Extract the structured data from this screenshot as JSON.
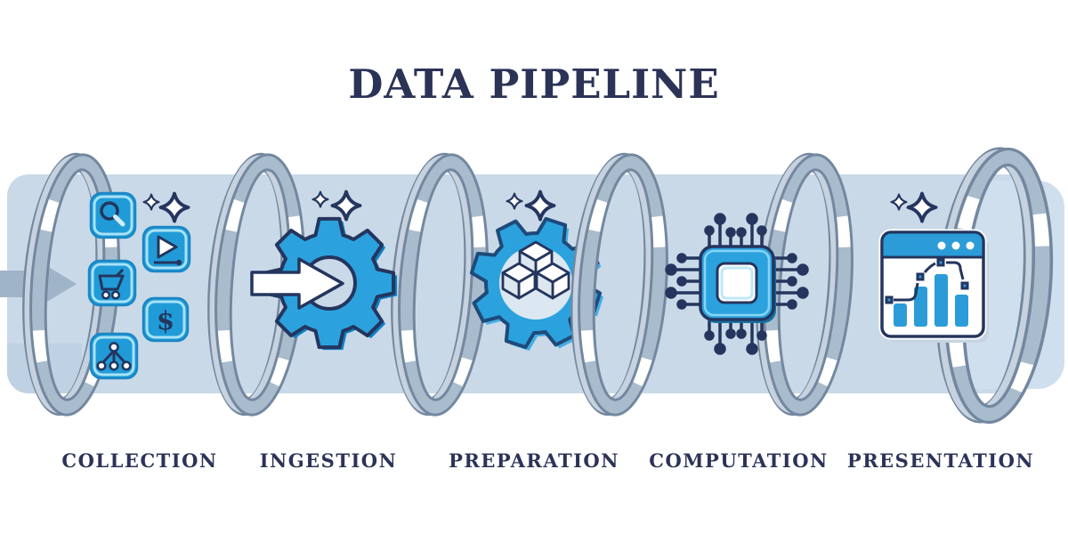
{
  "title": "DATA PIPELINE",
  "stages": [
    {
      "label": "COLLECTION",
      "icon": "data-sources-icons"
    },
    {
      "label": "INGESTION",
      "icon": "gear-arrow-icon"
    },
    {
      "label": "PREPARATION",
      "icon": "gear-cubes-icon"
    },
    {
      "label": "COMPUTATION",
      "icon": "cpu-chip-icon"
    },
    {
      "label": "PRESENTATION",
      "icon": "dashboard-window-icon"
    }
  ],
  "collection": {
    "dollar_symbol": "$",
    "icons": [
      "search",
      "shopping-cart",
      "video-play",
      "dollar",
      "hierarchy"
    ]
  },
  "colors": {
    "navy": "#2b3357",
    "icon_blue": "#209bd7",
    "icon_border_light": "#a8e2f7",
    "pipe": "#c9d9e8",
    "pipe_cap": "#cfdfee",
    "ring_band": "#a9bccd",
    "ring_back": "#c6d2df",
    "ring_outline": "#73889f",
    "highlight": "#ffffff"
  }
}
